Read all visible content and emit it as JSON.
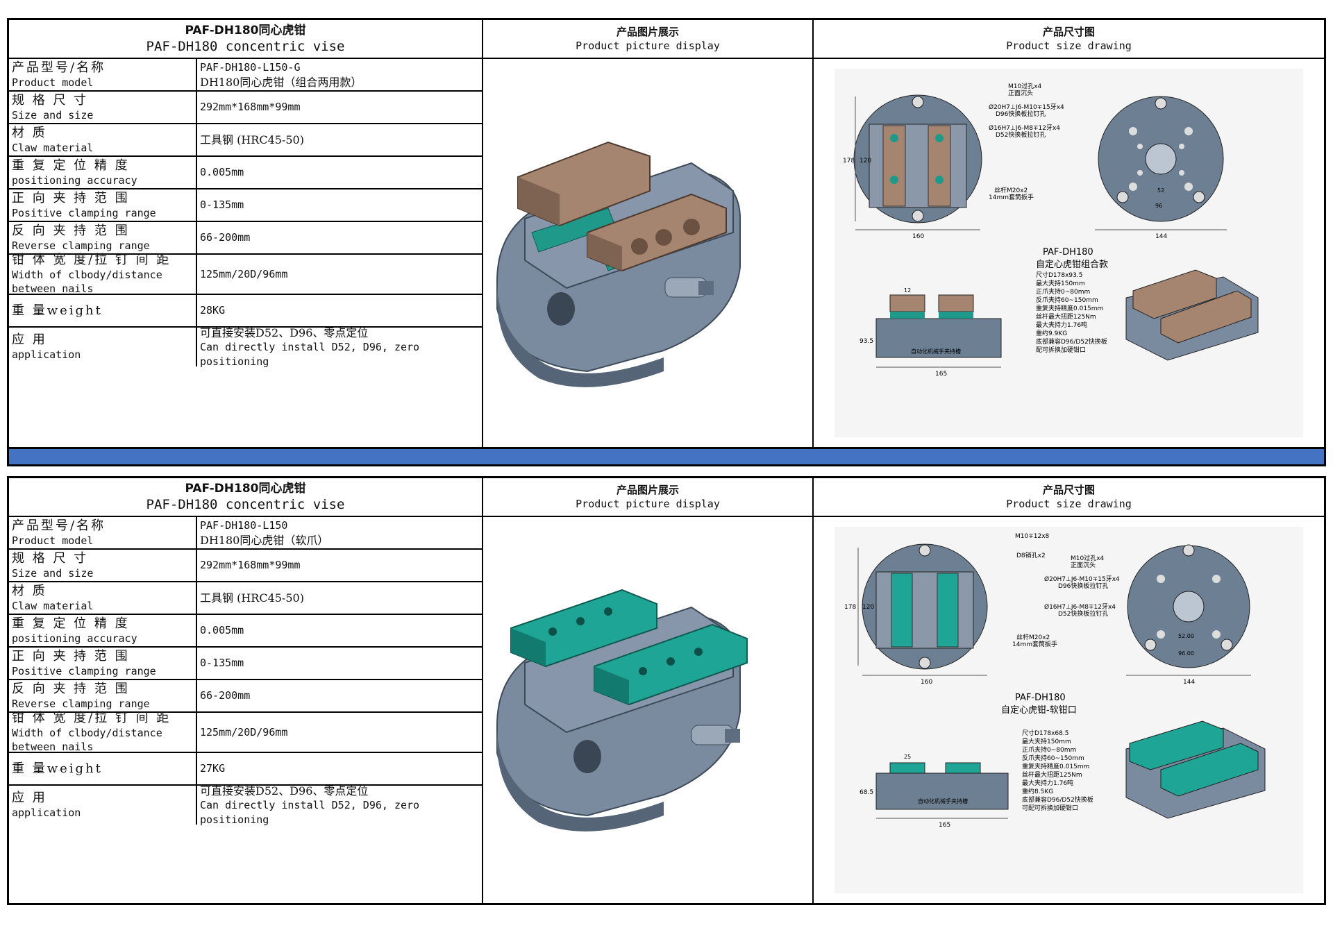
{
  "products": [
    {
      "title_zh": "PAF-DH180同心虎钳",
      "title_en": "PAF-DH180 concentric vise",
      "picture_header_zh": "产品图片展示",
      "picture_header_en": "Product picture display",
      "drawing_header_zh": "产品尺寸图",
      "drawing_header_en": "Product size drawing",
      "specs": [
        {
          "label_zh": "产品型号/名称",
          "label_en": "Product model",
          "value_lines": [
            "PAF-DH180-L150-G",
            "DH180同心虎钳（组合两用款）"
          ]
        },
        {
          "label_zh": "规 格 尺 寸",
          "label_en": "Size and size",
          "value_lines": [
            "292mm*168mm*99mm"
          ]
        },
        {
          "label_zh": "材 质",
          "label_en": "Claw material",
          "value_lines": [
            "工具钢 (HRC45-50)"
          ]
        },
        {
          "label_zh": "重 复 定 位 精 度",
          "label_en": "positioning accuracy",
          "value_lines": [
            "0.005mm"
          ]
        },
        {
          "label_zh": "正 向 夹 持 范 围",
          "label_en": "Positive clamping range",
          "value_lines": [
            "0-135mm"
          ]
        },
        {
          "label_zh": "反 向 夹 持 范 围",
          "label_en": "Reverse clamping range",
          "value_lines": [
            "66-200mm"
          ]
        },
        {
          "label_zh": "钳 体 宽 度/拉 钉 间 距",
          "label_en": "Width of clbody/distance",
          "label_en2": "between nails",
          "value_lines": [
            "125mm/20D/96mm"
          ]
        },
        {
          "label_zh": "重 量weight",
          "label_en": "",
          "value_lines": [
            "28KG"
          ]
        },
        {
          "label_zh": "应 用",
          "label_en": "application",
          "value_lines": [
            "可直接安装D52、D96、零点定位",
            "Can directly install D52, D96, zero",
            "positioning"
          ]
        }
      ],
      "drawing": {
        "title": "PAF-DH180",
        "subtitle": "自定心虎钳组合款",
        "notes": [
          "尺寸D178x93.5",
          "最大夹持150mm",
          "正爪夹持0~80mm",
          "反爪夹持60~150mm",
          "重复夹持精度0.015mm",
          "丝杆最大扭距125Nm",
          "最大夹持力1.76吨",
          "重约9.9KG",
          "底部兼容D96/D52快换板",
          "配可拆换加硬钳口"
        ],
        "callouts": [
          "M10过孔x4",
          "正面沉头",
          "Ø20H7⊥J6-M10∓15牙x4",
          "D96快换板拉钉孔",
          "Ø16H7⊥J6-M8∓12牙x4",
          "D52快换板拉钉孔",
          "丝杆M20x2",
          "14mm套筒扳手"
        ],
        "dims": [
          "178",
          "120",
          "160",
          "144",
          "96",
          "52",
          "165",
          "93.5",
          "12"
        ],
        "base_text": "自动化机械手夹持槽"
      }
    },
    {
      "title_zh": "PAF-DH180同心虎钳",
      "title_en": "PAF-DH180 concentric vise",
      "picture_header_zh": "产品图片展示",
      "picture_header_en": "Product picture display",
      "drawing_header_zh": "产品尺寸图",
      "drawing_header_en": "Product size drawing",
      "specs": [
        {
          "label_zh": "产品型号/名称",
          "label_en": "Product model",
          "value_lines": [
            "PAF-DH180-L150",
            "DH180同心虎钳（软爪）"
          ]
        },
        {
          "label_zh": "规 格 尺 寸",
          "label_en": "Size and size",
          "value_lines": [
            "292mm*168mm*99mm"
          ]
        },
        {
          "label_zh": "材 质",
          "label_en": "Claw material",
          "value_lines": [
            "工具钢 (HRC45-50)"
          ]
        },
        {
          "label_zh": "重 复 定 位 精 度",
          "label_en": "positioning accuracy",
          "value_lines": [
            "0.005mm"
          ]
        },
        {
          "label_zh": "正 向 夹 持 范 围",
          "label_en": "Positive clamping range",
          "value_lines": [
            "0-135mm"
          ]
        },
        {
          "label_zh": "反 向 夹 持 范 围",
          "label_en": "Reverse clamping range",
          "value_lines": [
            "66-200mm"
          ]
        },
        {
          "label_zh": "钳 体 宽 度/拉 钉 间 距",
          "label_en": "Width of clbody/distance",
          "label_en2": "between nails",
          "value_lines": [
            "125mm/20D/96mm"
          ]
        },
        {
          "label_zh": "重 量weight",
          "label_en": "",
          "value_lines": [
            "27KG"
          ]
        },
        {
          "label_zh": "应 用",
          "label_en": "application",
          "value_lines": [
            "可直接安装D52、D96、零点定位",
            "Can directly install D52, D96, zero",
            "positioning"
          ]
        }
      ],
      "drawing": {
        "title": "PAF-DH180",
        "subtitle": "自定心虎钳-软钳口",
        "notes": [
          "尺寸D178x68.5",
          "最大夹持150mm",
          "正爪夹持0~80mm",
          "反爪夹持60~150mm",
          "重复夹持精度0.015mm",
          "丝杆最大扭距125Nm",
          "最大夹持力1.76吨",
          "重约8.5KG",
          "底部兼容D96/D52快换板",
          "可配可拆换加硬钳口"
        ],
        "callouts": [
          "M10∓12x8",
          "D8销孔x2",
          "M10过孔x4",
          "正面沉头",
          "Ø20H7⊥J6-M10∓15牙x4",
          "D96快换板拉钉孔",
          "Ø16H7⊥J6-M8∓12牙x4",
          "D52快换板拉钉孔",
          "丝杆M20x2",
          "14mm套筒扳手"
        ],
        "dims": [
          "178",
          "120",
          "160",
          "144",
          "96.00",
          "52.00",
          "165",
          "68.5",
          "25"
        ],
        "base_text": "自动化机械手夹持槽"
      }
    }
  ],
  "colors": {
    "band": "#4573c4",
    "body_gray": "#6b7d91",
    "jaw_brown": "#9a7b66",
    "jaw_teal": "#1f9a8a"
  }
}
